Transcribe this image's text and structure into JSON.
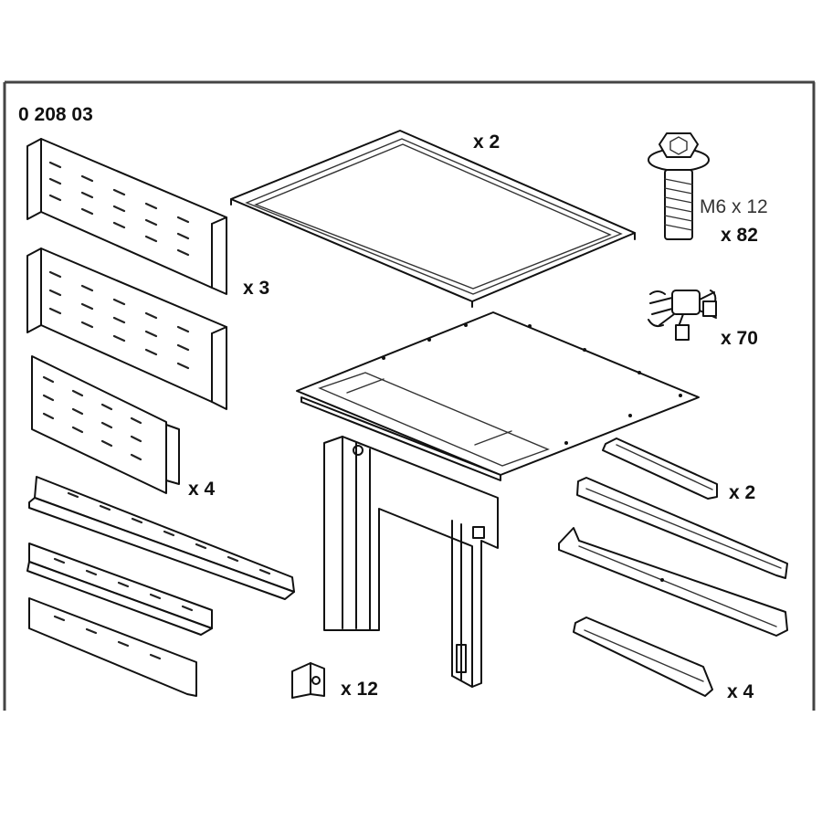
{
  "diagram": {
    "code": "0 208 03",
    "qty_side_panels": "x 3",
    "qty_door_panel": "x 4",
    "qty_plates": "x 2",
    "screw_spec": "M6 x 12",
    "qty_screws": "x 82",
    "qty_cage_nuts": "x 70",
    "qty_short_rails": "x 2",
    "qty_brackets": "x 12",
    "qty_long_rails": "x 4"
  }
}
